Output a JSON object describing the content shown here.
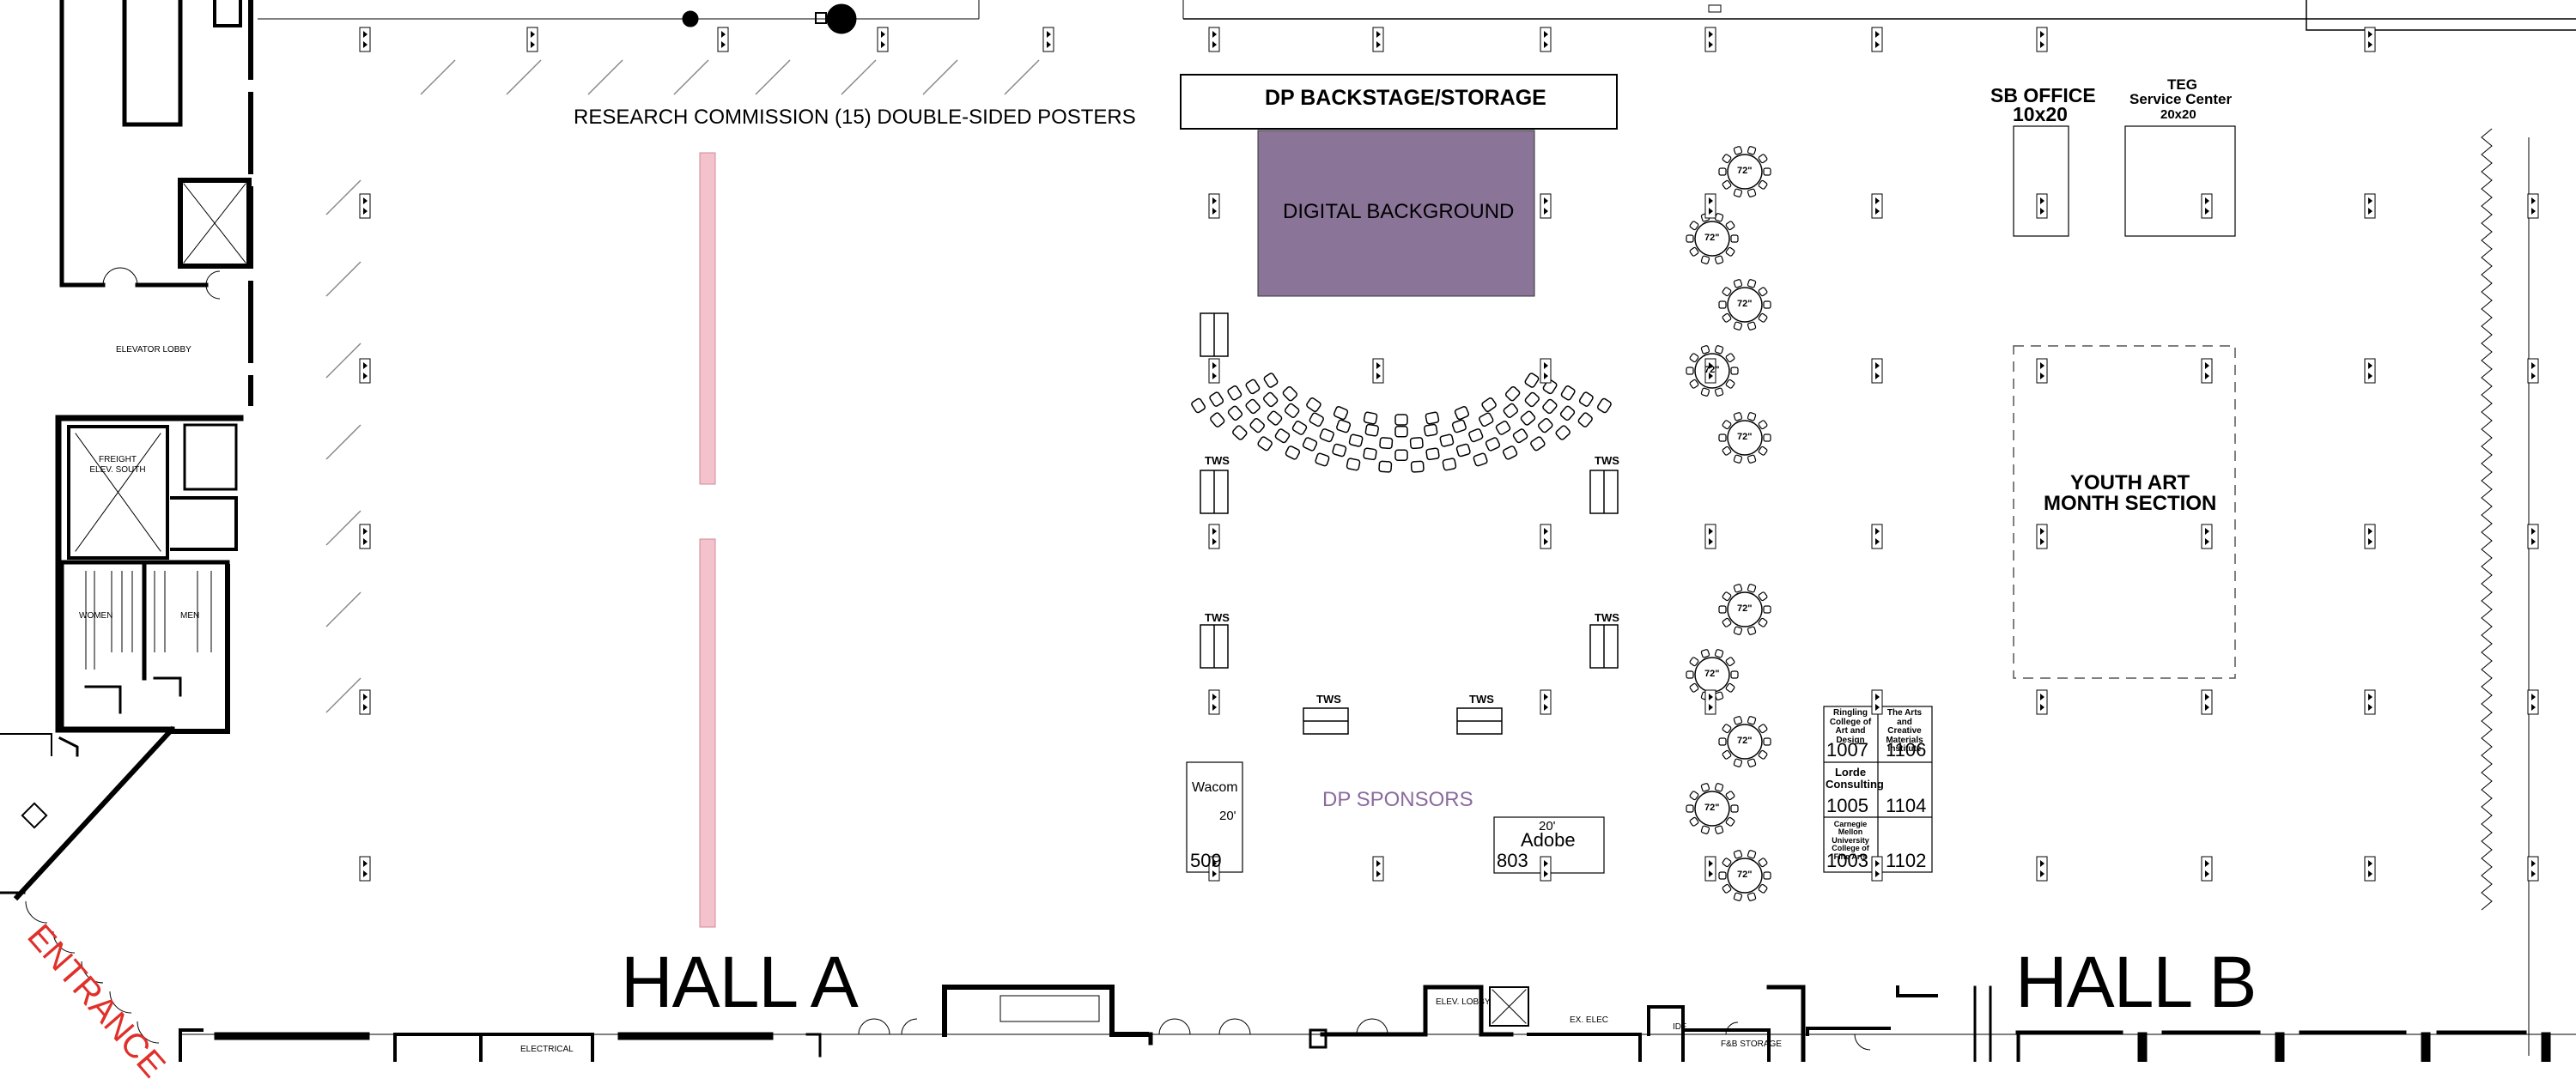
{
  "halls": {
    "hall_a": "HALL A",
    "hall_b": "HALL B"
  },
  "entrance": "ENTRANCE",
  "areas": {
    "research_posters": "RESEARCH COMMISSION (15) DOUBLE-SIDED POSTERS",
    "dp_backstage": "DP BACKSTAGE/STORAGE",
    "digital_background": "DIGITAL BACKGROUND",
    "dp_sponsors": "DP SPONSORS",
    "sb_office_title": "SB OFFICE",
    "sb_office_size": "10x20",
    "teg_title": "TEG",
    "teg_subtitle": "Service Center",
    "teg_size": "20x20",
    "youth_art_line1": "YOUTH ART",
    "youth_art_line2": "MONTH SECTION"
  },
  "tws_label": "TWS",
  "table_label": "72\"",
  "booths": {
    "wacom": {
      "name": "Wacom",
      "size": "20'",
      "number": "509"
    },
    "adobe": {
      "name": "Adobe",
      "size": "20'",
      "number": "803"
    },
    "b1007": {
      "name": "Ringling College of Art and Design",
      "number": "1007"
    },
    "b1106": {
      "name": "The Arts and Creative Materials Institute",
      "number": "1106"
    },
    "b1005": {
      "name": "Lorde Consulting",
      "number": "1005"
    },
    "b1104": {
      "name": "",
      "number": "1104"
    },
    "b1003": {
      "name": "Carnegie Mellon University College of Fine Arts",
      "number": "1003"
    },
    "b1102": {
      "name": "",
      "number": "1102"
    }
  },
  "rooms": {
    "elevator_lobby": "ELEVATOR LOBBY",
    "freight_elev": "FREIGHT ELEV. SOUTH",
    "women": "WOMEN",
    "men": "MEN",
    "electrical": "ELECTRICAL",
    "elev_lobby_2": "ELEV. LOBBY",
    "ex_elec": "EX. ELEC",
    "idf": "IDF",
    "fb_storage": "F&B STORAGE"
  },
  "colors": {
    "digital_background_fill": "#8a7599",
    "poster_wall_fill": "#f4c2cc",
    "entrance_text": "#e0302a",
    "dp_sponsors_text": "#8a6a9e",
    "wall": "#000000"
  }
}
